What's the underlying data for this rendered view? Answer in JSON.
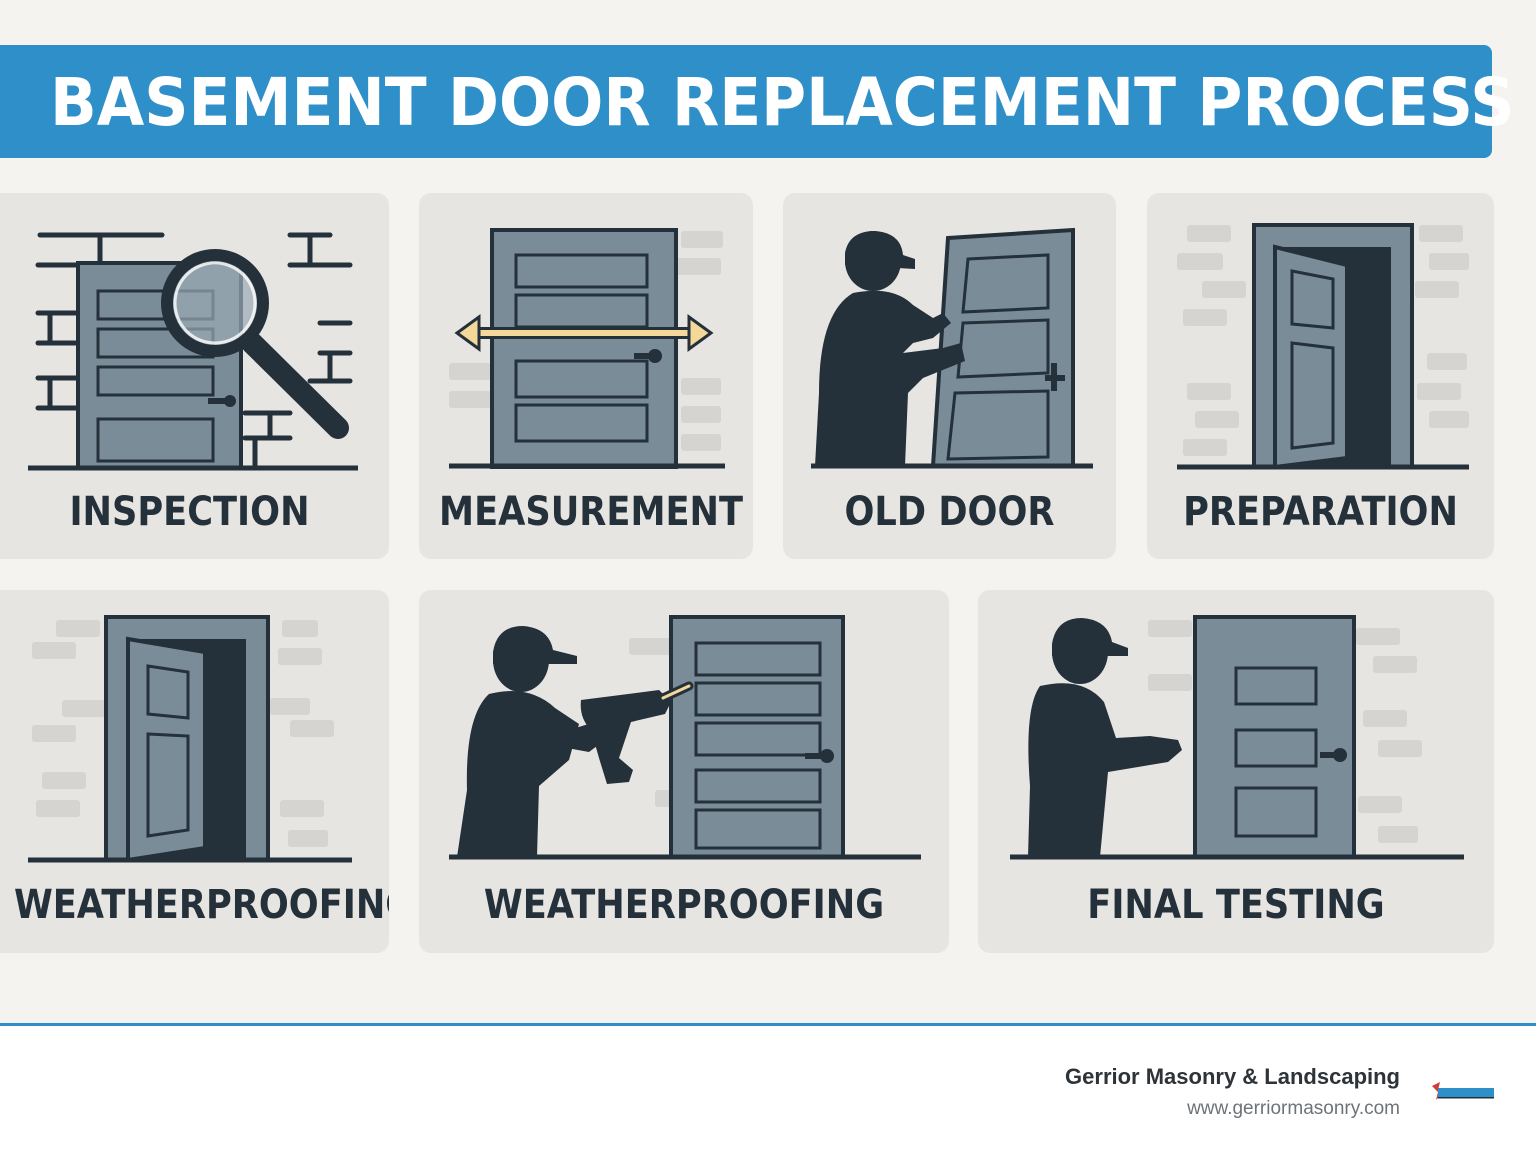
{
  "title": "BASEMENT DOOR REPLACEMENT PROCESS",
  "steps": [
    {
      "label": "INSPECTION"
    },
    {
      "label": "MEASUREMENT"
    },
    {
      "label": "OLD DOOR"
    },
    {
      "label": "PREPARATION"
    },
    {
      "label": "WEATHERPROOFING"
    },
    {
      "label": "WEATHERPROOFING"
    },
    {
      "label": "FINAL TESTING"
    }
  ],
  "footer": {
    "company": "Gerrior Masonry & Landscaping",
    "url": "www.gerriormasonry.com"
  },
  "colors": {
    "accent": "#2f8fc9",
    "door": "#7a8c98",
    "dark": "#24303a",
    "card": "#e6e5e2",
    "background": "#f5f3ef",
    "arrow": "#f3d89a"
  },
  "icons": [
    "magnifying-glass-icon",
    "measure-arrow-icon",
    "worker-icon",
    "drill-icon",
    "door-icon"
  ]
}
